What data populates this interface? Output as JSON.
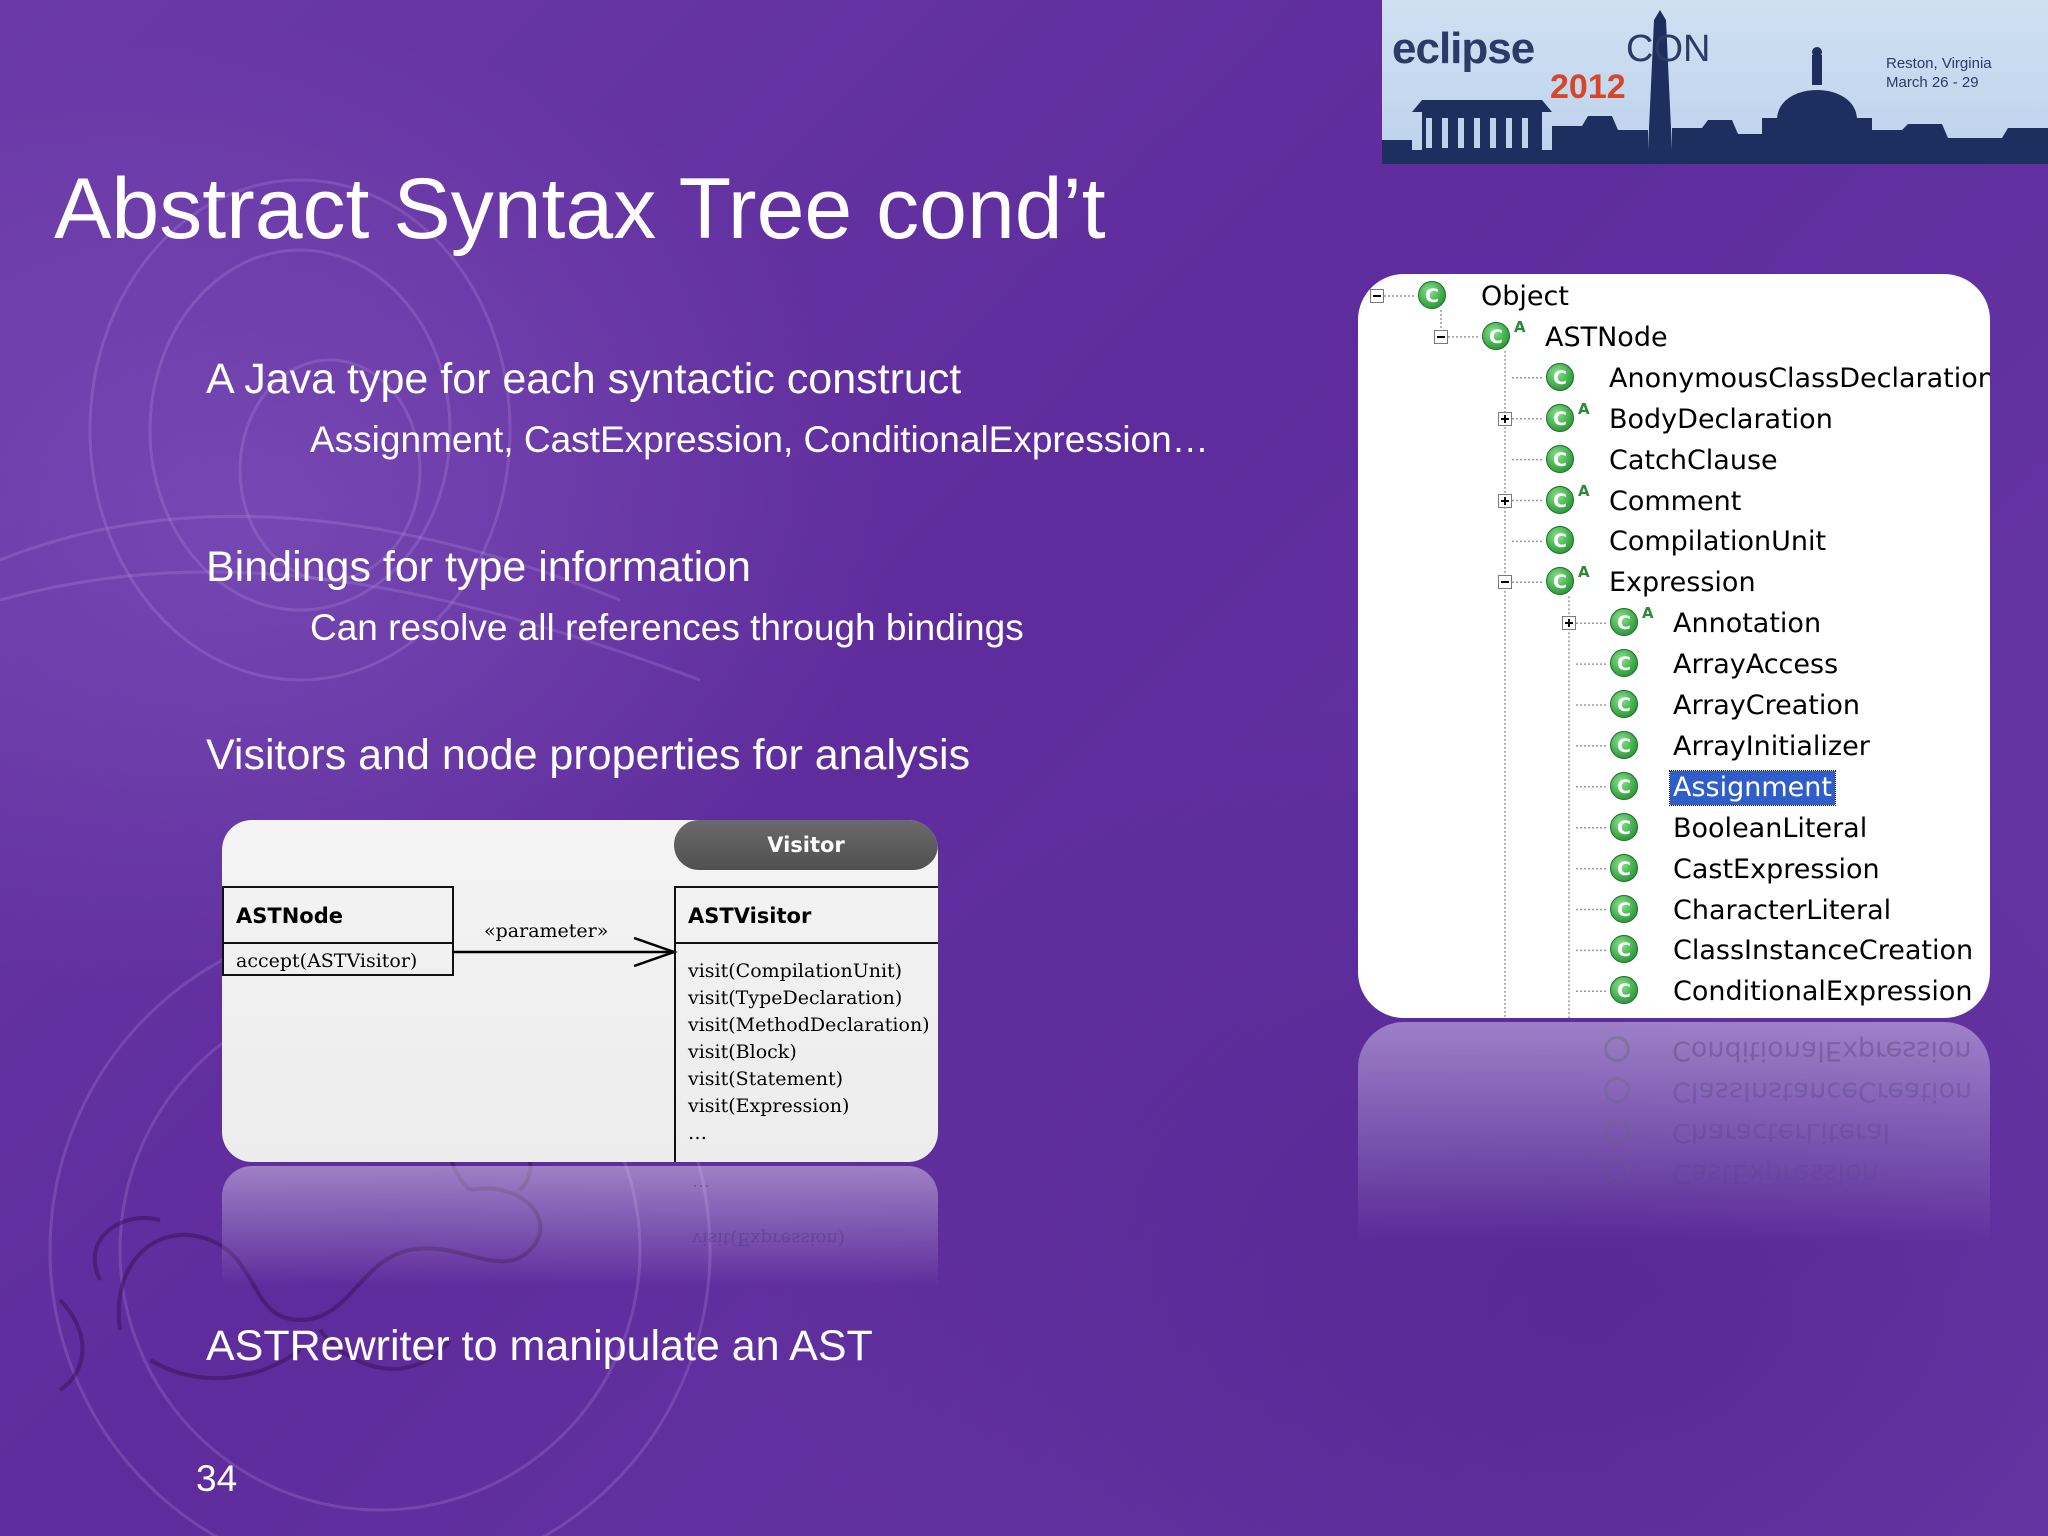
{
  "banner": {
    "logo_part1": "eclipse",
    "logo_part2": "CON",
    "year": "2012",
    "location": "Reston, Virginia",
    "dates": "March 26 - 29"
  },
  "slide": {
    "title": "Abstract Syntax Tree cond’t",
    "page_number": "34",
    "bullets": [
      {
        "text": "A Java type for each syntactic construct",
        "sub": "Assignment, CastExpression, ConditionalExpression…"
      },
      {
        "text": "Bindings for type information",
        "sub": "Can resolve all references through bindings"
      },
      {
        "text": "Visitors and node properties for analysis",
        "sub": ""
      },
      {
        "text": "ASTRewriter to manipulate an AST",
        "sub": ""
      }
    ]
  },
  "uml": {
    "stereotype": "Visitor",
    "left_class": {
      "name": "ASTNode",
      "methods": [
        "accept(ASTVisitor)"
      ]
    },
    "relation_label": "«parameter»",
    "right_class": {
      "name": "ASTVisitor",
      "methods": [
        "visit(CompilationUnit)",
        "visit(TypeDeclaration)",
        "visit(MethodDeclaration)",
        "visit(Block)",
        "visit(Statement)",
        "visit(Expression)",
        "…"
      ]
    }
  },
  "tree": {
    "selected": "Assignment",
    "nodes": [
      {
        "label": "Object",
        "depth": 0,
        "expander": "minus",
        "abstract": false
      },
      {
        "label": "ASTNode",
        "depth": 1,
        "expander": "minus",
        "abstract": true
      },
      {
        "label": "AnonymousClassDeclaration",
        "depth": 2,
        "expander": "",
        "abstract": false
      },
      {
        "label": "BodyDeclaration",
        "depth": 2,
        "expander": "plus",
        "abstract": true
      },
      {
        "label": "CatchClause",
        "depth": 2,
        "expander": "",
        "abstract": false
      },
      {
        "label": "Comment",
        "depth": 2,
        "expander": "plus",
        "abstract": true
      },
      {
        "label": "CompilationUnit",
        "depth": 2,
        "expander": "",
        "abstract": false
      },
      {
        "label": "Expression",
        "depth": 2,
        "expander": "minus",
        "abstract": true
      },
      {
        "label": "Annotation",
        "depth": 3,
        "expander": "plus",
        "abstract": true
      },
      {
        "label": "ArrayAccess",
        "depth": 3,
        "expander": "",
        "abstract": false
      },
      {
        "label": "ArrayCreation",
        "depth": 3,
        "expander": "",
        "abstract": false
      },
      {
        "label": "ArrayInitializer",
        "depth": 3,
        "expander": "",
        "abstract": false
      },
      {
        "label": "Assignment",
        "depth": 3,
        "expander": "",
        "abstract": false
      },
      {
        "label": "BooleanLiteral",
        "depth": 3,
        "expander": "",
        "abstract": false
      },
      {
        "label": "CastExpression",
        "depth": 3,
        "expander": "",
        "abstract": false
      },
      {
        "label": "CharacterLiteral",
        "depth": 3,
        "expander": "",
        "abstract": false
      },
      {
        "label": "ClassInstanceCreation",
        "depth": 3,
        "expander": "",
        "abstract": false
      },
      {
        "label": "ConditionalExpression",
        "depth": 3,
        "expander": "",
        "abstract": false
      }
    ],
    "abstract_mark": "A"
  },
  "icons": {
    "class": "class-icon",
    "expand": "plus-box-icon",
    "collapse": "minus-box-icon"
  },
  "colors": {
    "background": "#5e2c9c",
    "selection": "#2f5dc9",
    "class_icon": "#3fae4c"
  }
}
